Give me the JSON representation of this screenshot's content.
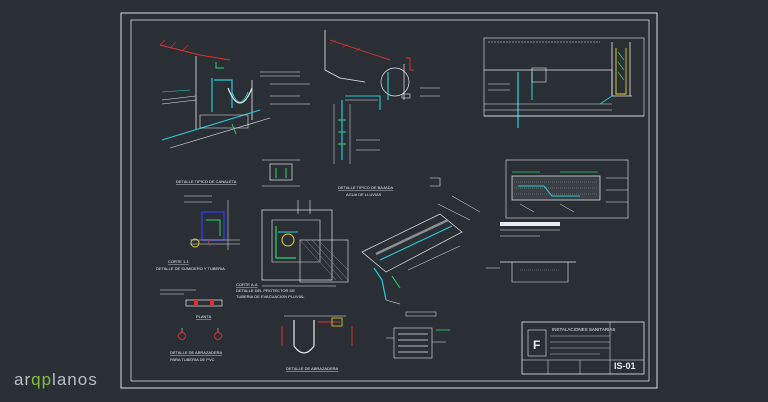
{
  "drawing": {
    "sheet_code": "IS-01",
    "title_block_heading": "INSTALACIONES SANITARIAS",
    "logo_letter": "F",
    "colors": {
      "background": "#2a2f35",
      "frame": "#d9dde0",
      "detail_white": "#e8eaec",
      "cyan": "#27c8d8",
      "green": "#2bd36a",
      "red": "#e0302c",
      "blue": "#2a3cff",
      "yellow": "#e6d21f",
      "magenta": "#e02cc8"
    },
    "labels": {
      "detail_a": "DETALLE TIPICO DE CANALETA",
      "detail_b": "DETALLE TIPICO DE BAJADA",
      "detail_b2": "AGUA DE LLUVIAS",
      "section_1": "CORTE 1-1",
      "section_1_sub": "DETALLE DE SUMIDERO Y TUBERIA",
      "section_a": "CORTE A-A",
      "section_a_sub": "DETALLE DEL PROTECTOR DE",
      "section_a_sub2": "TUBERIA DE EVACUACION PLUVIAL",
      "plan": "PLANTA",
      "detail_c": "DETALLE DE ABRAZADERA",
      "detail_c2": "PARA TUBERIA DE PVC",
      "detail_d": "DETALLE DE ABRAZADERA"
    }
  },
  "watermark": {
    "part1": "ar",
    "part2": "qp",
    "part3": "lanos"
  }
}
